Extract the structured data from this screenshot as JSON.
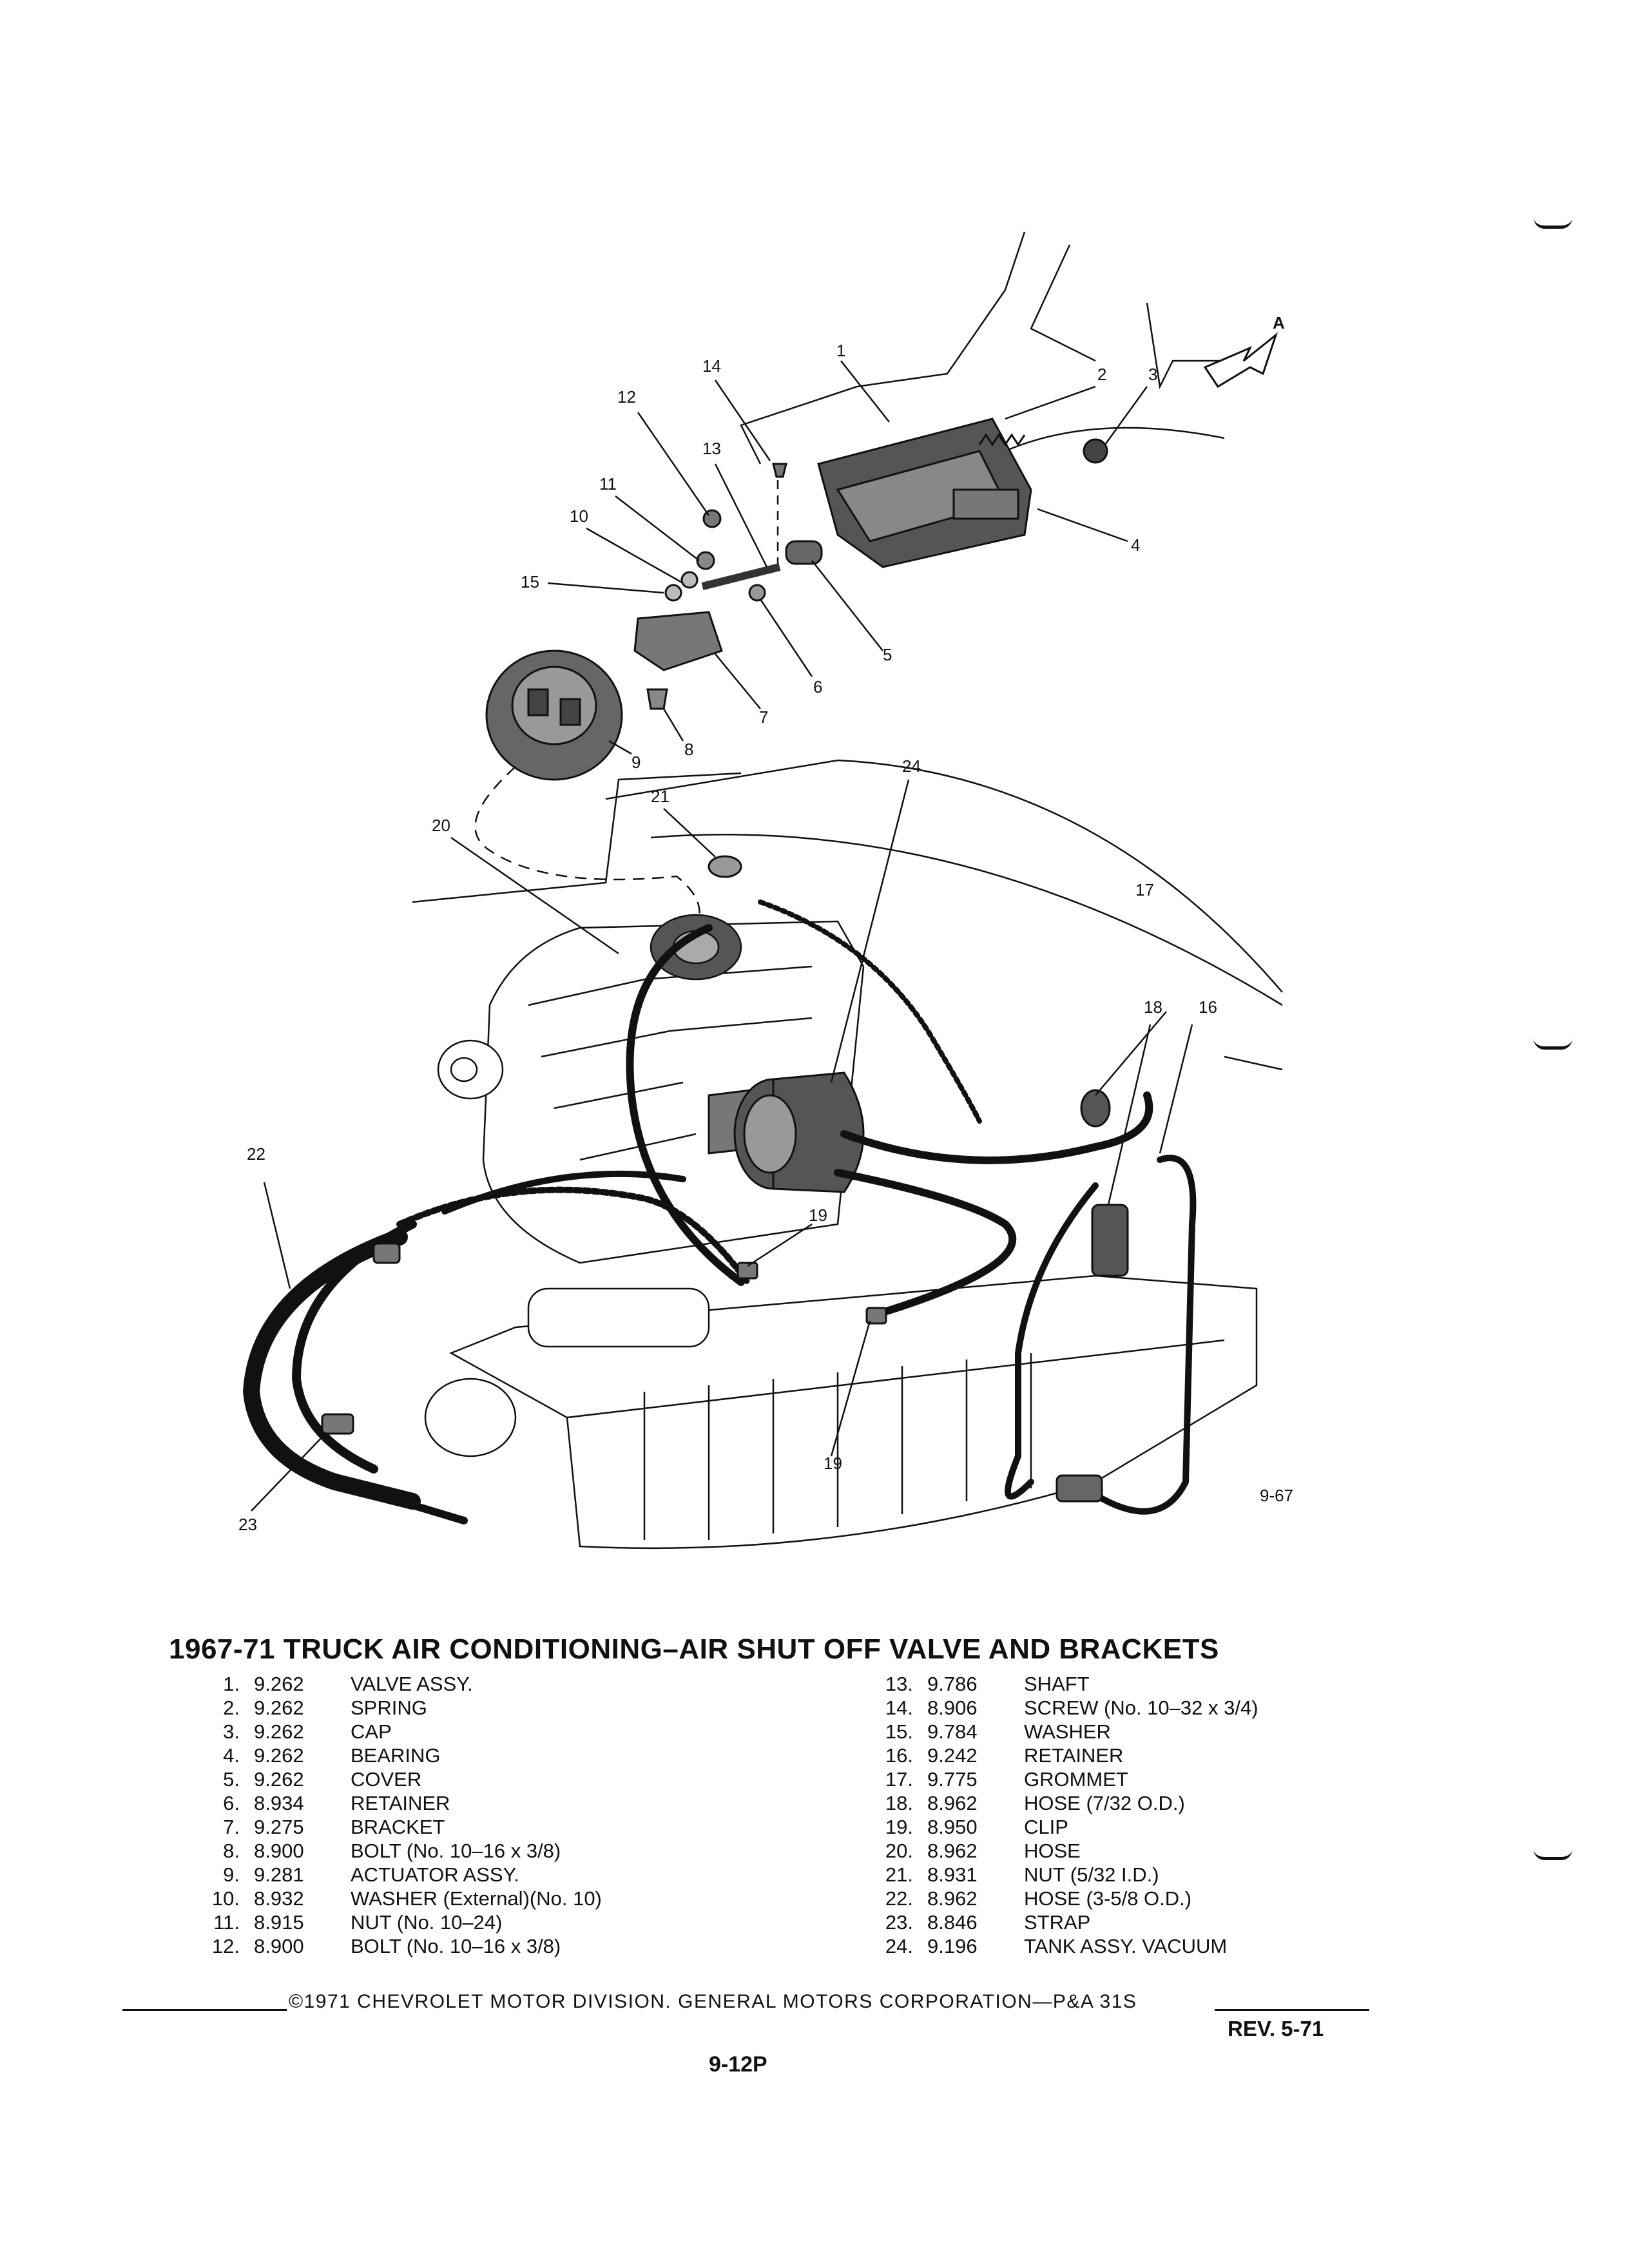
{
  "title": "1967-71 TRUCK AIR CONDITIONING–AIR SHUT OFF VALVE AND BRACKETS",
  "diagram": {
    "figure_id": "9-67",
    "view_label": "A",
    "callouts": [
      "1",
      "2",
      "3",
      "4",
      "5",
      "6",
      "7",
      "8",
      "9",
      "10",
      "11",
      "12",
      "13",
      "14",
      "15",
      "16",
      "17",
      "18",
      "19",
      "19",
      "20",
      "21",
      "22",
      "23",
      "24"
    ]
  },
  "parts_left": [
    {
      "num": "1.",
      "code": "9.262",
      "desc": "VALVE ASSY."
    },
    {
      "num": "2.",
      "code": "9.262",
      "desc": "SPRING"
    },
    {
      "num": "3.",
      "code": "9.262",
      "desc": "CAP"
    },
    {
      "num": "4.",
      "code": "9.262",
      "desc": "BEARING"
    },
    {
      "num": "5.",
      "code": "9.262",
      "desc": "COVER"
    },
    {
      "num": "6.",
      "code": "8.934",
      "desc": "RETAINER"
    },
    {
      "num": "7.",
      "code": "9.275",
      "desc": "BRACKET"
    },
    {
      "num": "8.",
      "code": "8.900",
      "desc": "BOLT (No. 10–16 x 3/8)"
    },
    {
      "num": "9.",
      "code": "9.281",
      "desc": "ACTUATOR ASSY."
    },
    {
      "num": "10.",
      "code": "8.932",
      "desc": "WASHER (External)(No. 10)"
    },
    {
      "num": "11.",
      "code": "8.915",
      "desc": "NUT (No. 10–24)"
    },
    {
      "num": "12.",
      "code": "8.900",
      "desc": "BOLT (No. 10–16 x 3/8)"
    }
  ],
  "parts_right": [
    {
      "num": "13.",
      "code": "9.786",
      "desc": "SHAFT"
    },
    {
      "num": "14.",
      "code": "8.906",
      "desc": "SCREW (No. 10–32 x 3/4)"
    },
    {
      "num": "15.",
      "code": "9.784",
      "desc": "WASHER"
    },
    {
      "num": "16.",
      "code": "9.242",
      "desc": "RETAINER"
    },
    {
      "num": "17.",
      "code": "9.775",
      "desc": "GROMMET"
    },
    {
      "num": "18.",
      "code": "8.962",
      "desc": "HOSE (7/32 O.D.)"
    },
    {
      "num": "19.",
      "code": "8.950",
      "desc": "CLIP"
    },
    {
      "num": "20.",
      "code": "8.962",
      "desc": "HOSE"
    },
    {
      "num": "21.",
      "code": "8.931",
      "desc": "NUT (5/32 I.D.)"
    },
    {
      "num": "22.",
      "code": "8.962",
      "desc": "HOSE (3-5/8 O.D.)"
    },
    {
      "num": "23.",
      "code": "8.846",
      "desc": "STRAP"
    },
    {
      "num": "24.",
      "code": "9.196",
      "desc": "TANK ASSY. VACUUM"
    }
  ],
  "footer": {
    "copyright": "©1971 CHEVROLET MOTOR DIVISION. GENERAL MOTORS CORPORATION—P&A 31S",
    "revision": "REV. 5-71",
    "page": "9-12P"
  }
}
